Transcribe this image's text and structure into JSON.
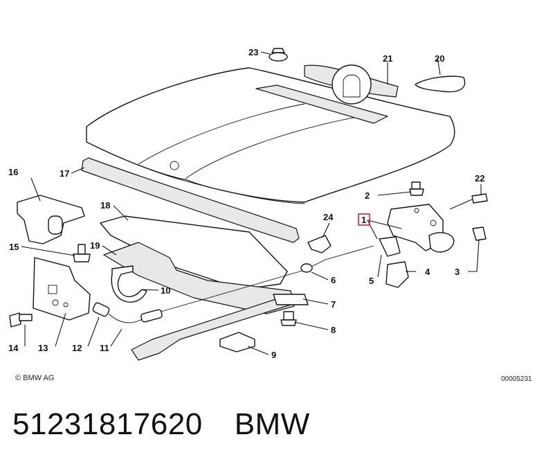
{
  "callouts": [
    {
      "id": "1"
    },
    {
      "id": "2"
    },
    {
      "id": "3"
    },
    {
      "id": "4"
    },
    {
      "id": "5"
    },
    {
      "id": "6"
    },
    {
      "id": "7"
    },
    {
      "id": "8"
    },
    {
      "id": "9"
    },
    {
      "id": "10"
    },
    {
      "id": "11"
    },
    {
      "id": "12"
    },
    {
      "id": "13"
    },
    {
      "id": "14"
    },
    {
      "id": "15"
    },
    {
      "id": "16"
    },
    {
      "id": "17"
    },
    {
      "id": "18"
    },
    {
      "id": "19"
    },
    {
      "id": "20"
    },
    {
      "id": "21"
    },
    {
      "id": "22"
    },
    {
      "id": "23"
    },
    {
      "id": "24"
    }
  ],
  "highlighted_callout": "1",
  "highlight_color": "#d9232e",
  "copyright": "© BMW AG",
  "drawing_number": "00005231",
  "part_number": "51231817620",
  "brand": "BMW"
}
